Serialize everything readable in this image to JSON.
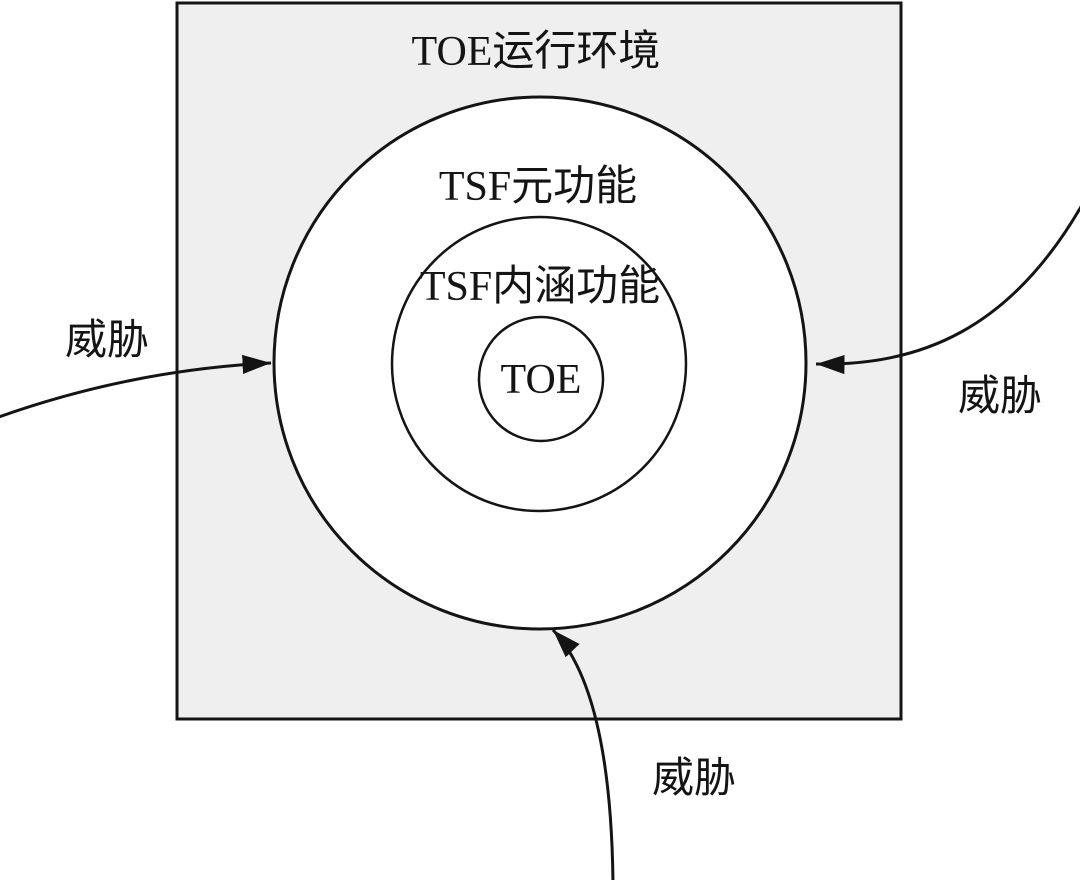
{
  "colors": {
    "page_background": "#ffffff",
    "environment_fill": "#efefef",
    "line": "#141414",
    "circle_fill": "#ffffff",
    "text": "#141414"
  },
  "diagram": {
    "environment_label": "TOE运行环境",
    "rings": [
      {
        "id": "tsf-meta-function",
        "label": "TSF元功能"
      },
      {
        "id": "tsf-intrinsic-function",
        "label": "TSF内涵功能"
      },
      {
        "id": "toe-core",
        "label": "TOE"
      }
    ],
    "threats": {
      "left": "威胁",
      "right": "威胁",
      "bottom": "威胁"
    }
  }
}
